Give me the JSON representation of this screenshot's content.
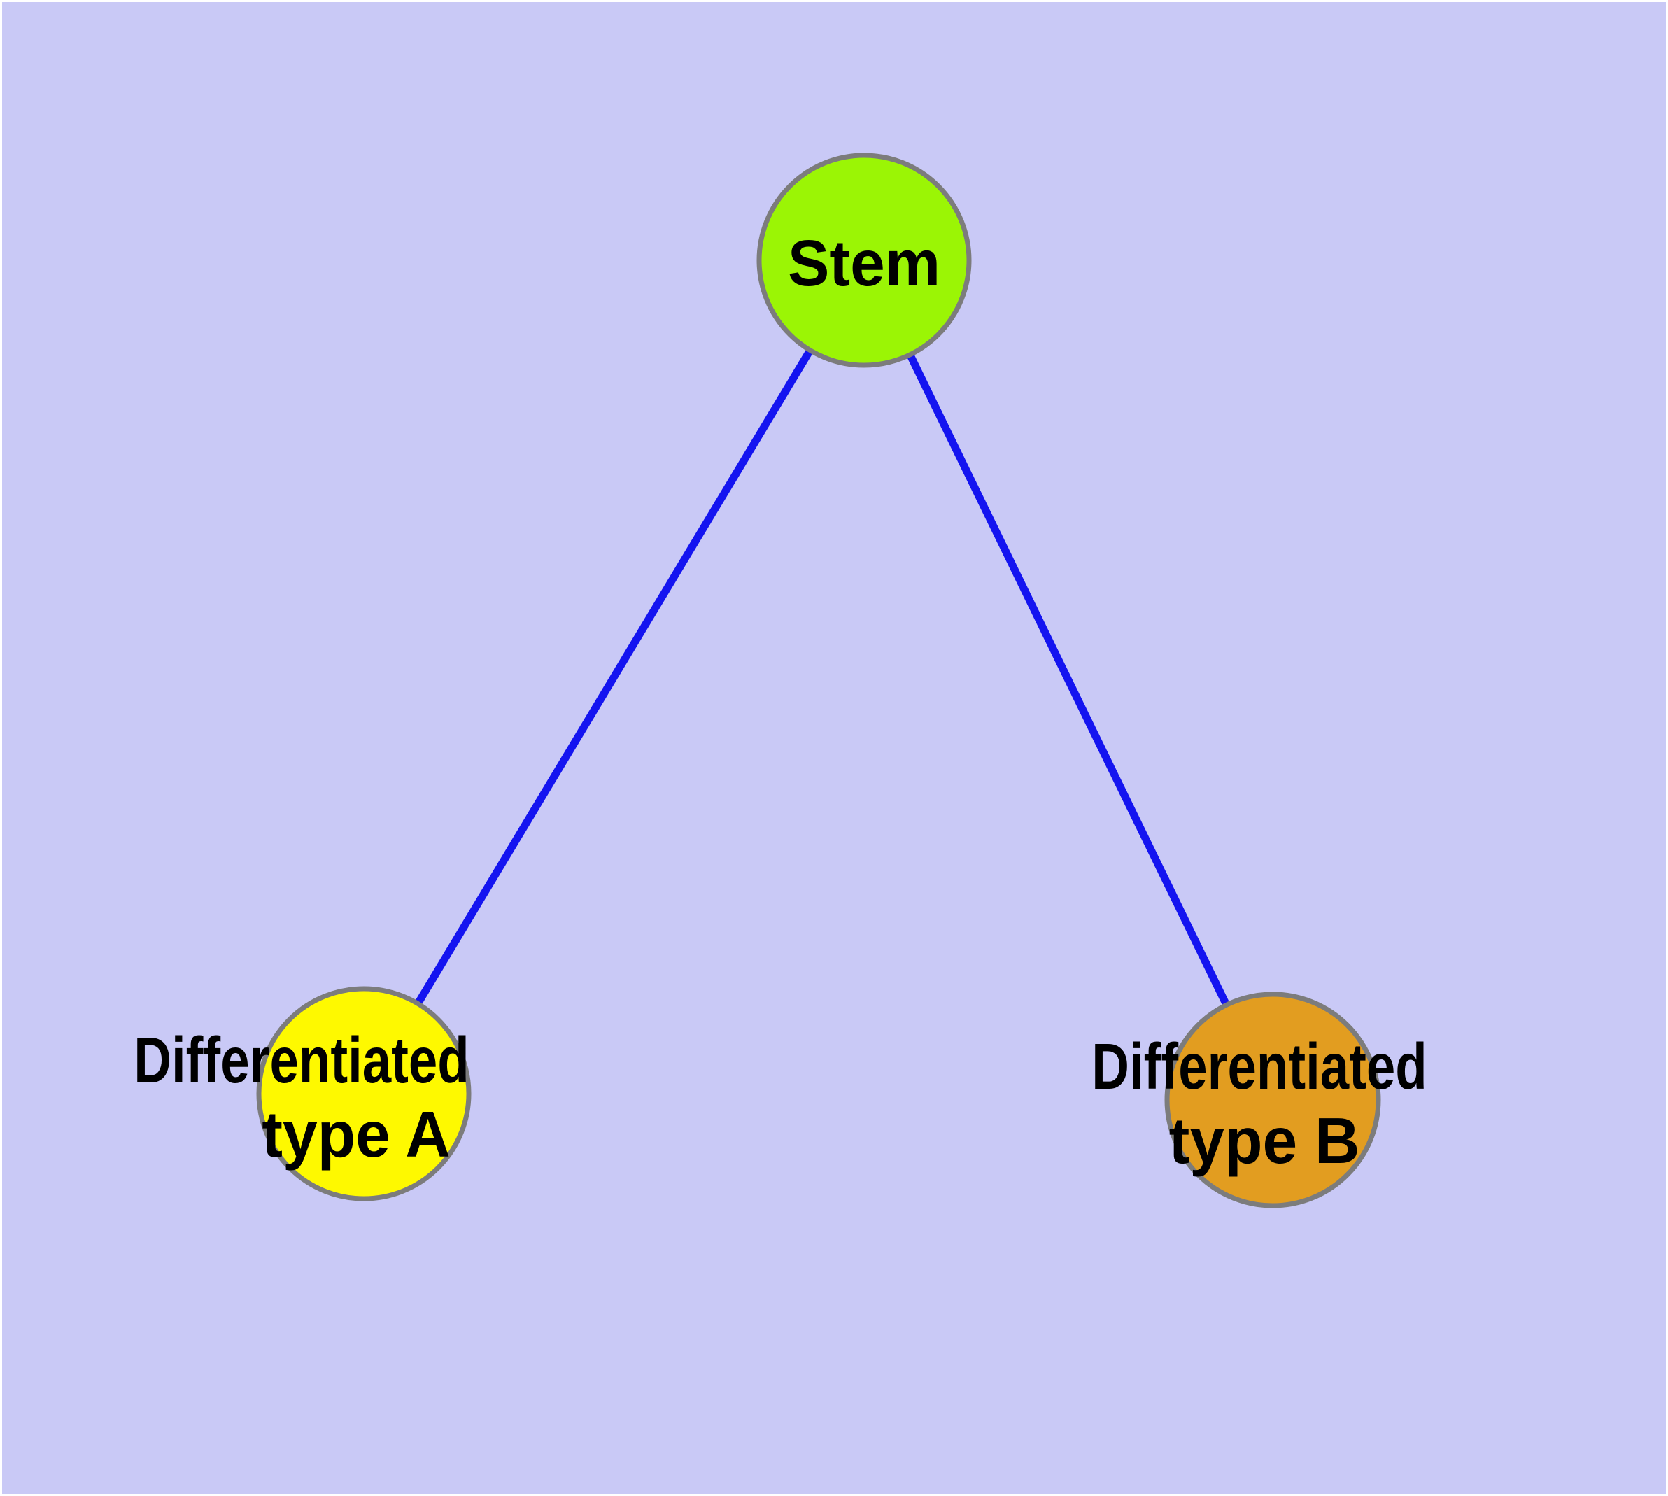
{
  "diagram": {
    "type": "graph",
    "background_color": "#C9C9F6",
    "frame_color": "#FFFFFF",
    "edge_color": "#1414F0",
    "node_stroke_color": "#7C7C7C",
    "text_color": "#000000",
    "nodes": [
      {
        "id": "stem",
        "label": "Stem",
        "fill": "#9BF505"
      },
      {
        "id": "type-a",
        "label_line1": "Differentiated",
        "label_line2": "type A",
        "fill": "#FEF900"
      },
      {
        "id": "type-b",
        "label_line1": "Differentiated",
        "label_line2": "type B",
        "fill": "#E29D20"
      }
    ],
    "edges": [
      {
        "from": "Stem",
        "to": "Differentiated type A"
      },
      {
        "from": "Stem",
        "to": "Differentiated type B"
      }
    ]
  }
}
